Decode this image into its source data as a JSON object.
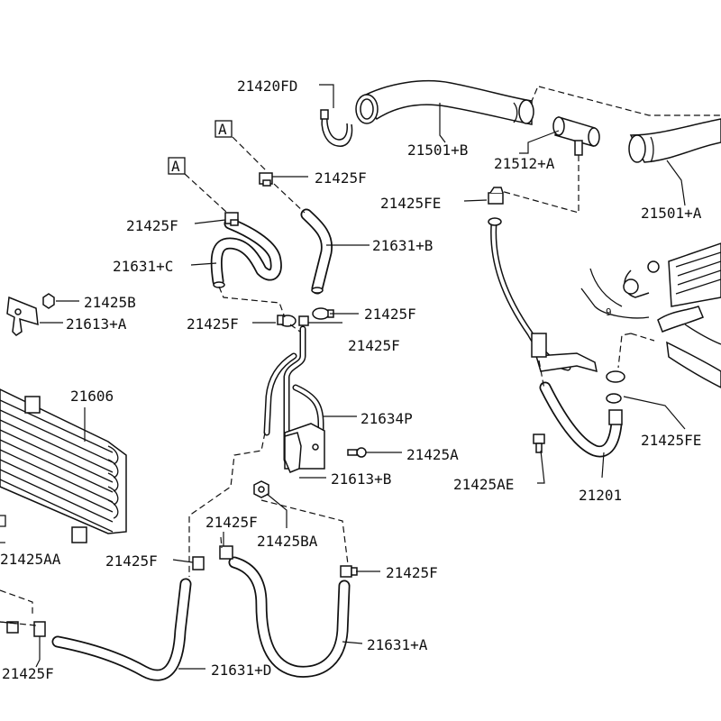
{
  "labels": {
    "p21420fd": "21420FD",
    "p21501b": "21501+B",
    "p21512a": "21512+A",
    "p21501a": "21501+A",
    "p21425fe_top": "21425FE",
    "ref_a1": "A",
    "ref_a2": "A",
    "p21425f_1": "21425F",
    "p21425f_2": "21425F",
    "p21631c": "21631+C",
    "p21631b": "21631+B",
    "p21425b": "21425B",
    "p21613a": "21613+A",
    "p21425f_3": "21425F",
    "p21425f_4": "21425F",
    "p21425f_5": "21425F",
    "p21606": "21606",
    "p21634p": "21634P",
    "p21425a": "21425A",
    "p21613b": "21613+B",
    "p21425ae": "21425AE",
    "p21201": "21201",
    "p21425fe_right": "21425FE",
    "p21425f_6": "21425F",
    "p21425ba": "21425BA",
    "p21425aa": "21425AA",
    "p21425f_7": "21425F",
    "p21425f_8": "21425F",
    "p21631a": "21631+A",
    "p21631d": "21631+D",
    "p21425f_9": "21425F"
  }
}
